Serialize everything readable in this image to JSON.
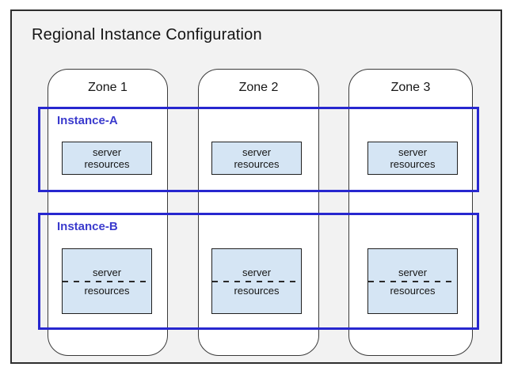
{
  "title": "Regional Instance Configuration",
  "zones": [
    {
      "label": "Zone 1"
    },
    {
      "label": "Zone 2"
    },
    {
      "label": "Zone 3"
    }
  ],
  "instances": [
    {
      "label": "Instance-A",
      "resources": [
        {
          "line1": "server",
          "line2": "resources"
        },
        {
          "line1": "server",
          "line2": "resources"
        },
        {
          "line1": "server",
          "line2": "resources"
        }
      ]
    },
    {
      "label": "Instance-B",
      "resources": [
        {
          "line1": "server",
          "line2": "resources"
        },
        {
          "line1": "server",
          "line2": "resources"
        },
        {
          "line1": "server",
          "line2": "resources"
        }
      ]
    }
  ],
  "colors": {
    "region_background": "#f2f2f2",
    "zone_background": "#ffffff",
    "instance_border_blue": "#2727cf",
    "instance_label_blue": "#3a3acd",
    "server_box_fill": "#d5e5f4",
    "outline_dark": "#2e2e2e"
  }
}
